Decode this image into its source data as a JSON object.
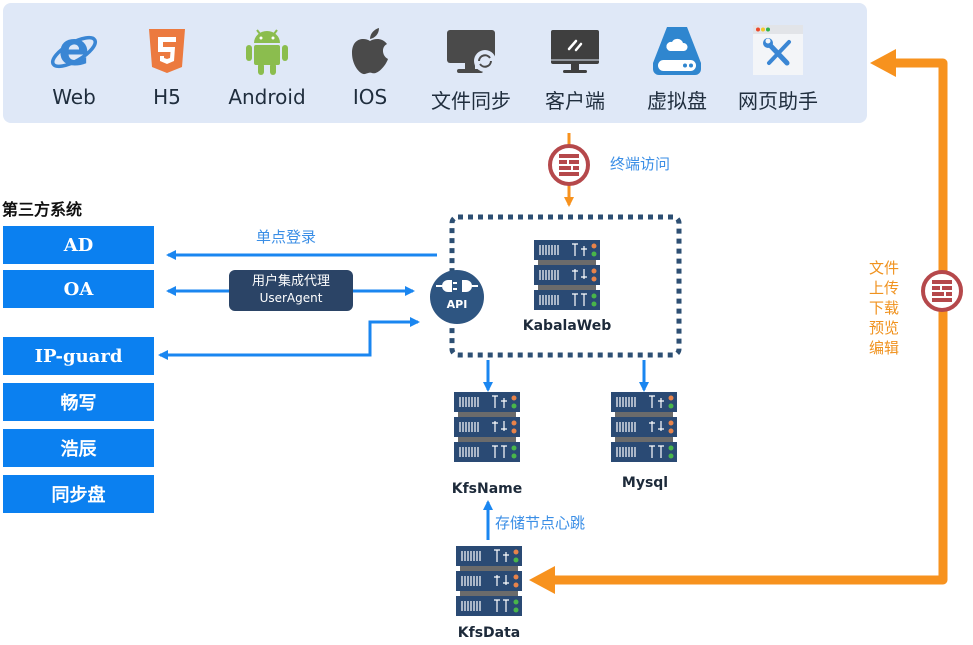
{
  "clients": [
    {
      "label": "Web",
      "icon": "ie-browser-icon"
    },
    {
      "label": "H5",
      "icon": "html5-icon"
    },
    {
      "label": "Android",
      "icon": "android-icon"
    },
    {
      "label": "IOS",
      "icon": "apple-icon"
    },
    {
      "label": "文件同步",
      "icon": "monitor-sync-icon"
    },
    {
      "label": "客户端",
      "icon": "monitor-icon"
    },
    {
      "label": "虚拟盘",
      "icon": "cloud-drive-icon"
    },
    {
      "label": "网页助手",
      "icon": "browser-tools-icon"
    }
  ],
  "third_party": {
    "title": "第三方系统",
    "systems": [
      "AD",
      "OA",
      "IP-guard",
      "畅写",
      "浩辰",
      "同步盘"
    ]
  },
  "links": {
    "sso": "单点登录",
    "user_agent_cn": "用户集成代理",
    "user_agent_en": "UserAgent",
    "terminal_access": "终端访问",
    "heartbeat": "存储节点心跳",
    "file_ops": [
      "文件",
      "上传",
      "下载",
      "预览",
      "编辑"
    ]
  },
  "nodes": {
    "api": "API",
    "kabala_web": "KabalaWeb",
    "kfs_name": "KfsName",
    "mysql": "Mysql",
    "kfs_data": "KfsData"
  },
  "colors": {
    "accent_blue": "#0b80f0",
    "arrow_blue": "#1a86f0",
    "orange": "#f7921e",
    "firewall": "#b5484b",
    "server": "#2a4a74",
    "dotted_border": "#2d4f73"
  }
}
